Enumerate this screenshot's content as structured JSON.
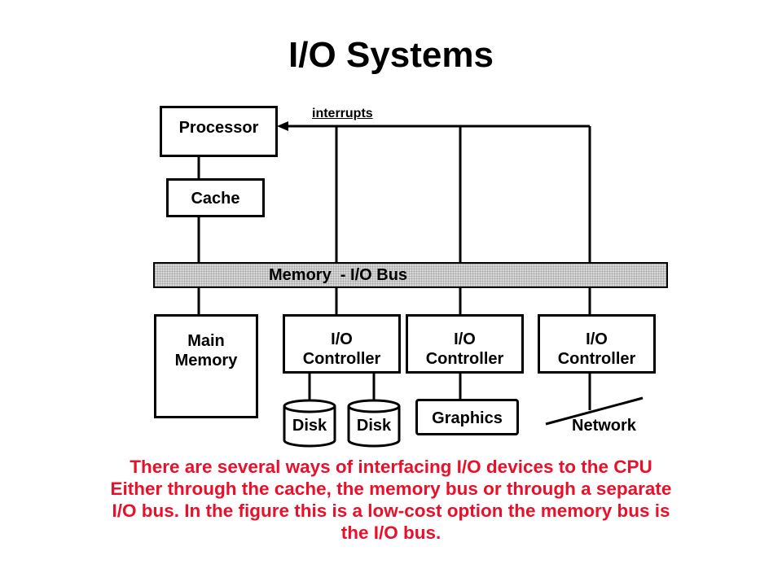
{
  "title": "I/O Systems",
  "diagram": {
    "processor": "Processor",
    "cache": "Cache",
    "interrupts": "interrupts",
    "bus": "Memory  - I/O Bus",
    "main_memory": [
      "Main",
      "Memory"
    ],
    "io_controllers": [
      [
        "I/O",
        "Controller"
      ],
      [
        "I/O",
        "Controller"
      ],
      [
        "I/O",
        "Controller"
      ]
    ],
    "disks": [
      "Disk",
      "Disk"
    ],
    "graphics": "Graphics",
    "network": "Network"
  },
  "caption": [
    "There are several ways of interfacing I/O devices to the CPU",
    "Either through the cache, the memory bus or through a separate",
    "I/O bus. In the figure this is a low-cost option the memory bus is",
    "the I/O bus."
  ],
  "colors": {
    "caption": "#e8102a",
    "bus_fill": "#d7d7d7"
  }
}
